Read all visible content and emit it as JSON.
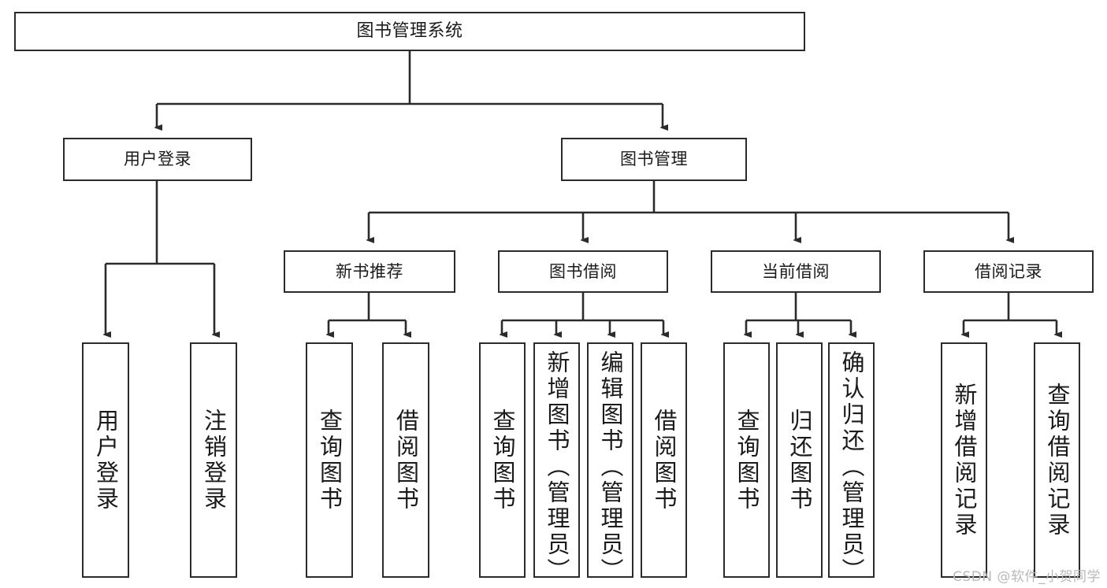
{
  "diagram": {
    "title": "图书管理系统",
    "watermark": "CSDN @软件_小贺同学",
    "colors": {
      "stroke": "#2b2b2b",
      "fill": "#ffffff",
      "text": "#1a1a1a",
      "watermark": "#b9b9b9"
    },
    "levels": {
      "root": {
        "label": "图书管理系统"
      },
      "level1": [
        {
          "id": "user-login",
          "label": "用户登录"
        },
        {
          "id": "book-management",
          "label": "图书管理"
        }
      ],
      "level2": [
        {
          "id": "new-book-recommend",
          "label": "新书推荐"
        },
        {
          "id": "book-borrow",
          "label": "图书借阅"
        },
        {
          "id": "current-borrow",
          "label": "当前借阅"
        },
        {
          "id": "borrow-record",
          "label": "借阅记录"
        }
      ],
      "leaves": [
        {
          "id": "leaf-user-login",
          "label": "用户登录",
          "parent": "user-login"
        },
        {
          "id": "leaf-user-logout",
          "label": "注销登录",
          "parent": "user-login"
        },
        {
          "id": "leaf-query-book-1",
          "label": "查询图书",
          "parent": "new-book-recommend"
        },
        {
          "id": "leaf-borrow-book-1",
          "label": "借阅图书",
          "parent": "new-book-recommend"
        },
        {
          "id": "leaf-query-book-2",
          "label": "查询图书",
          "parent": "book-borrow"
        },
        {
          "id": "leaf-add-book-admin",
          "label": "新增图书（管理员）",
          "parent": "book-borrow"
        },
        {
          "id": "leaf-edit-book-admin",
          "label": "编辑图书（管理员）",
          "parent": "book-borrow"
        },
        {
          "id": "leaf-borrow-book-2",
          "label": "借阅图书",
          "parent": "book-borrow"
        },
        {
          "id": "leaf-query-book-3",
          "label": "查询图书",
          "parent": "current-borrow"
        },
        {
          "id": "leaf-return-book",
          "label": "归还图书",
          "parent": "current-borrow"
        },
        {
          "id": "leaf-confirm-return-admin",
          "label": "确认归还（管理员）",
          "parent": "current-borrow"
        },
        {
          "id": "leaf-add-borrow-record",
          "label": "新增借阅记录",
          "parent": "borrow-record"
        },
        {
          "id": "leaf-query-borrow-record",
          "label": "查询借阅记录",
          "parent": "borrow-record"
        }
      ]
    }
  }
}
